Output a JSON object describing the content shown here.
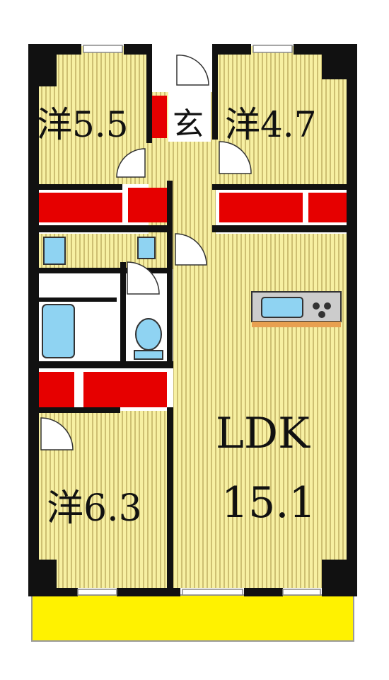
{
  "rooms": {
    "western_5_5": {
      "kanji": "洋",
      "size": "5.5"
    },
    "western_4_7": {
      "kanji": "洋",
      "size": "4.7"
    },
    "western_6_3": {
      "kanji": "洋",
      "size": "6.3"
    },
    "ldk": {
      "name": "LDK",
      "size": "15.1"
    },
    "entrance": {
      "kanji": "玄"
    }
  },
  "colors": {
    "floor": "#f7f0a2",
    "floor_stripe": "#cdbf72",
    "wall": "#111111",
    "closet": "#e60000",
    "balcony": "#fff200",
    "fixture": "#8fd3f2",
    "wet_area": "#ffffff"
  }
}
